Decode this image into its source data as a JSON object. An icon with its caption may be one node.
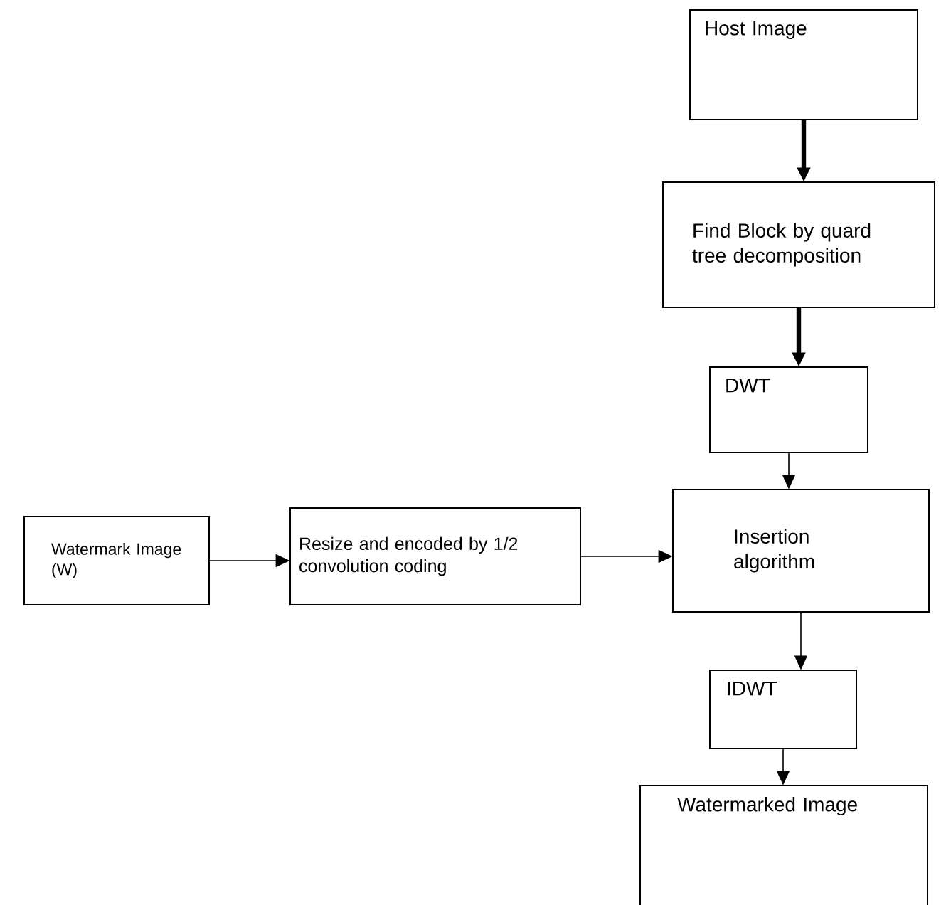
{
  "diagram": {
    "nodes": [
      {
        "text": [
          "Host Image"
        ]
      },
      {
        "text": [
          "Find Block by quard tree decomposition"
        ]
      },
      {
        "text": [
          "DWT"
        ]
      },
      {
        "text": [
          "Insertion algorithm"
        ]
      },
      {
        "text": [
          "Watermark Image (W)"
        ]
      },
      {
        "text": [
          "Resize and encoded by 1/2 convolution coding"
        ]
      },
      {
        "text": [
          "IDWT"
        ]
      },
      {
        "text": [
          "Watermarked Image"
        ]
      }
    ],
    "edges": [
      {
        "from": 0,
        "to": 1,
        "arrow": "to",
        "style": "thick"
      },
      {
        "from": 1,
        "to": 2,
        "arrow": "to",
        "style": "thick"
      },
      {
        "from": 2,
        "to": 3,
        "arrow": "to"
      },
      {
        "from": 4,
        "to": 5,
        "arrow": "to"
      },
      {
        "from": 5,
        "to": 3,
        "arrow": "to"
      },
      {
        "from": 3,
        "to": 6,
        "arrow": "to"
      },
      {
        "from": 6,
        "to": 7,
        "arrow": "to"
      }
    ]
  }
}
